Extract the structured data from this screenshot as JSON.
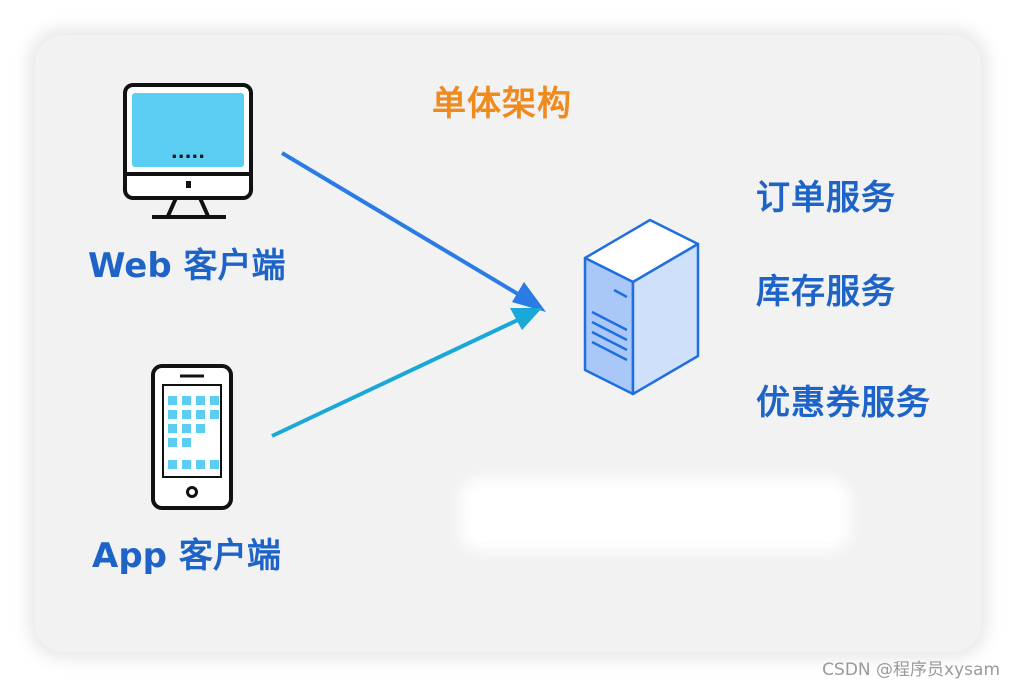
{
  "title": "单体架构",
  "clients": {
    "web": {
      "label": "Web 客户端",
      "icon": "desktop-monitor-icon",
      "screen_text": "....."
    },
    "app": {
      "label": "App 客户端",
      "icon": "smartphone-icon"
    }
  },
  "server": {
    "icon": "server-tower-icon"
  },
  "services": [
    {
      "label": "订单服务"
    },
    {
      "label": "库存服务"
    },
    {
      "label": "优惠券服务"
    }
  ],
  "watermark": "CSDN @程序员xysam",
  "colors": {
    "title": "#f08a1c",
    "text": "#1e64c8",
    "web_arrow": "#2a7be4",
    "app_arrow": "#1aa8d8",
    "screen": "#5ccdf2",
    "server_front": "#a9c8f7",
    "server_top": "#ffffff",
    "server_side": "#cfe0fb"
  }
}
